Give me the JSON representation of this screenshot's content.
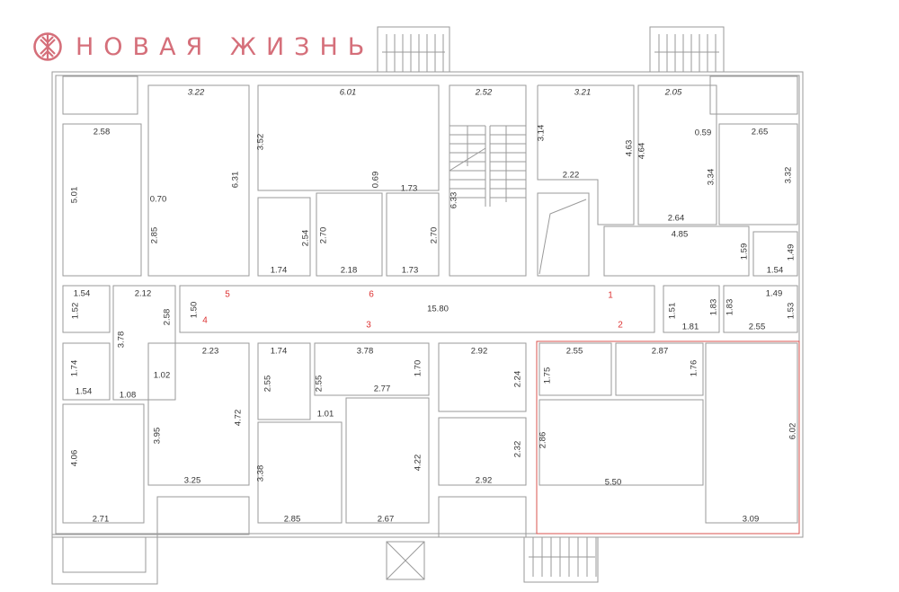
{
  "brand": {
    "name": "НОВАЯ ЖИЗНЬ",
    "color": "#d56f7a"
  },
  "plan": {
    "wall_color": "#9a9a9a",
    "highlight_color": "#d9534f",
    "dimensions": [
      "2.58",
      "5.01",
      "3.22",
      "6.31",
      "0.70",
      "2.85",
      "6.01",
      "3.52",
      "0.69",
      "1.73",
      "2.54",
      "2.70",
      "2.70",
      "1.74",
      "2.18",
      "1.73",
      "2.52",
      "6.33",
      "3.21",
      "3.14",
      "4.63",
      "4.64",
      "2.05",
      "0.59",
      "2.22",
      "3.34",
      "2.65",
      "3.32",
      "2.64",
      "4.85",
      "1.59",
      "1.49",
      "1.54",
      "1.54",
      "1.52",
      "2.12",
      "2.58",
      "1.50",
      "15.80",
      "3.78",
      "1.51",
      "1.83",
      "1.83",
      "1.49",
      "1.53",
      "1.81",
      "2.55",
      "2.23",
      "1.74",
      "3.78",
      "2.92",
      "2.55",
      "2.87",
      "1.74",
      "1.54",
      "1.02",
      "1.08",
      "2.55",
      "2.55",
      "1.70",
      "2.77",
      "2.24",
      "1.75",
      "1.76",
      "1.01",
      "3.95",
      "4.72",
      "4.06",
      "4.22",
      "3.38",
      "2.86",
      "6.02",
      "2.32",
      "3.25",
      "2.92",
      "5.50",
      "2.71",
      "2.85",
      "2.67",
      "3.09"
    ],
    "markers": [
      "5",
      "6",
      "4",
      "3",
      "1",
      "2"
    ]
  }
}
